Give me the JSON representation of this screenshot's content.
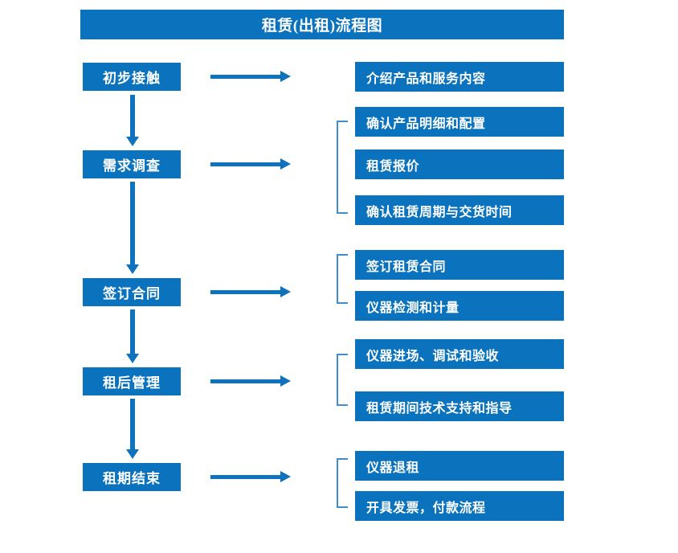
{
  "title": "租赁(出租)流程图",
  "colors": {
    "box_blue": "#0b72bd",
    "arrow_blue": "#0e72bc",
    "bracket_blue": "#3f8ed2",
    "text_white": "#ffffff",
    "background": "#ffffff"
  },
  "stages": [
    {
      "label": "初步接触"
    },
    {
      "label": "需求调查"
    },
    {
      "label": "签订合同"
    },
    {
      "label": "租后管理"
    },
    {
      "label": "租期结束"
    }
  ],
  "details": [
    {
      "label": "介绍产品和服务内容"
    },
    {
      "label": "确认产品明细和配置"
    },
    {
      "label": "租赁报价"
    },
    {
      "label": "确认租赁周期与交货时间"
    },
    {
      "label": "签订租赁合同"
    },
    {
      "label": "仪器检测和计量"
    },
    {
      "label": "仪器进场、调试和验收"
    },
    {
      "label": "租赁期间技术支持和指导"
    },
    {
      "label": "仪器退租"
    },
    {
      "label": "开具发票，付款流程"
    }
  ],
  "connectors": {
    "horizontal_arrows": 5,
    "vertical_arrows": 4,
    "brackets": 4
  }
}
